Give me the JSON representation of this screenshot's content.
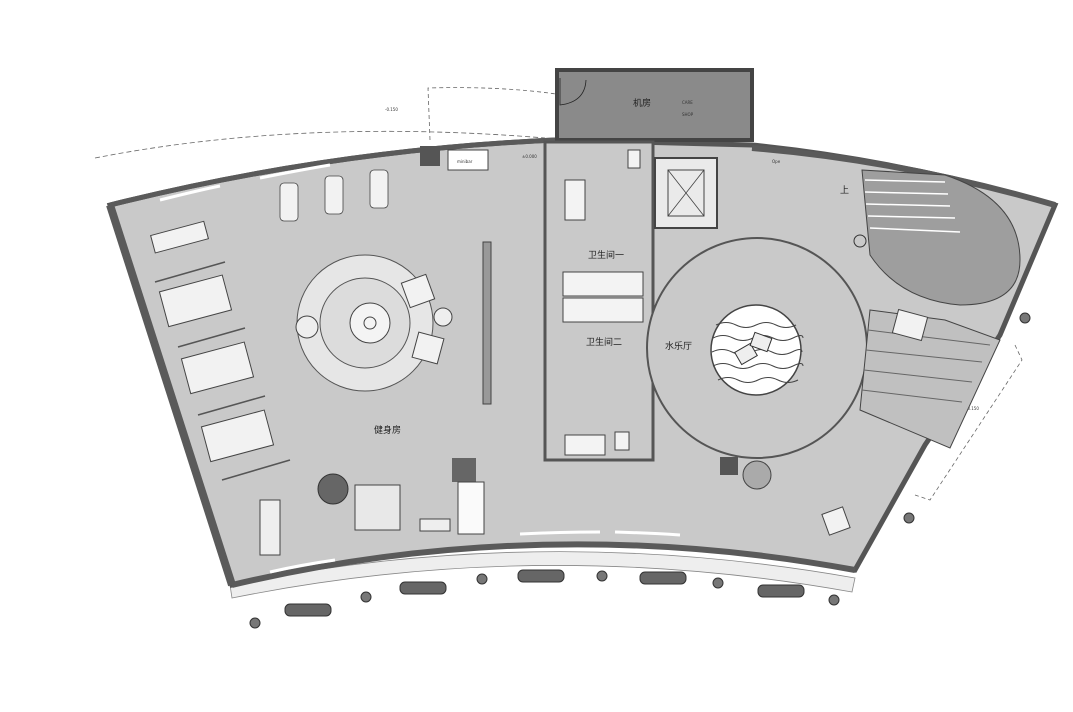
{
  "rooms": {
    "gym": "健身房",
    "water_hall": "水乐厅",
    "restroom_one": "卫生间一",
    "restroom_two": "卫生间二",
    "machine_room": "机房"
  },
  "annotations": {
    "minibar": "minibar",
    "stair_up": "上",
    "machine_sub_1": "CARE",
    "machine_sub_2": "SHOP",
    "elev_1": "-0.150",
    "elev_2": "±0.000",
    "elev_3": "-0.150",
    "open_label": "Ope"
  },
  "colors": {
    "floor": "#c9c9c9",
    "wall": "#555555",
    "machine_room": "#8a8a8a",
    "outer_terrace": "#eeeeee",
    "dark_floor": "#a6a6a6"
  }
}
